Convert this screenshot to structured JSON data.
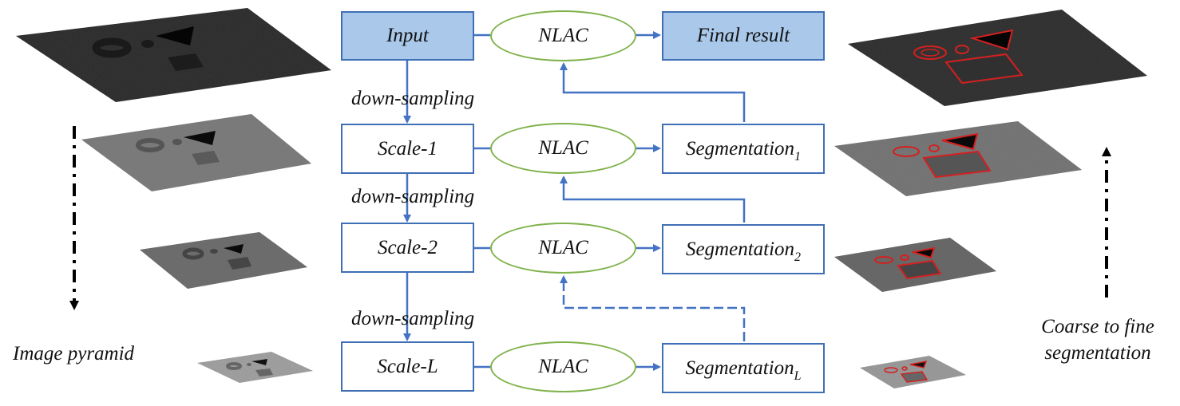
{
  "boxes": {
    "input": "Input",
    "final_result": "Final result",
    "scale_1": "Scale-1",
    "scale_2": "Scale-2",
    "scale_l": "Scale-L",
    "segmentation_base": "Segmentation",
    "seg_1_sub": "1",
    "seg_2_sub": "2",
    "seg_l_sub": "L"
  },
  "nodes": {
    "nlac": "NLAC"
  },
  "edge_labels": {
    "down_sampling": "down-sampling"
  },
  "captions": {
    "image_pyramid": "Image pyramid",
    "coarse_to_fine_line1": "Coarse to fine",
    "coarse_to_fine_line2": "segmentation"
  },
  "colors": {
    "box_border": "#3f6fb5",
    "box_fill_highlight": "#a9c8ea",
    "ellipse_border": "#7fb24b",
    "arrow": "#4472c4",
    "contour": "#d42020"
  }
}
